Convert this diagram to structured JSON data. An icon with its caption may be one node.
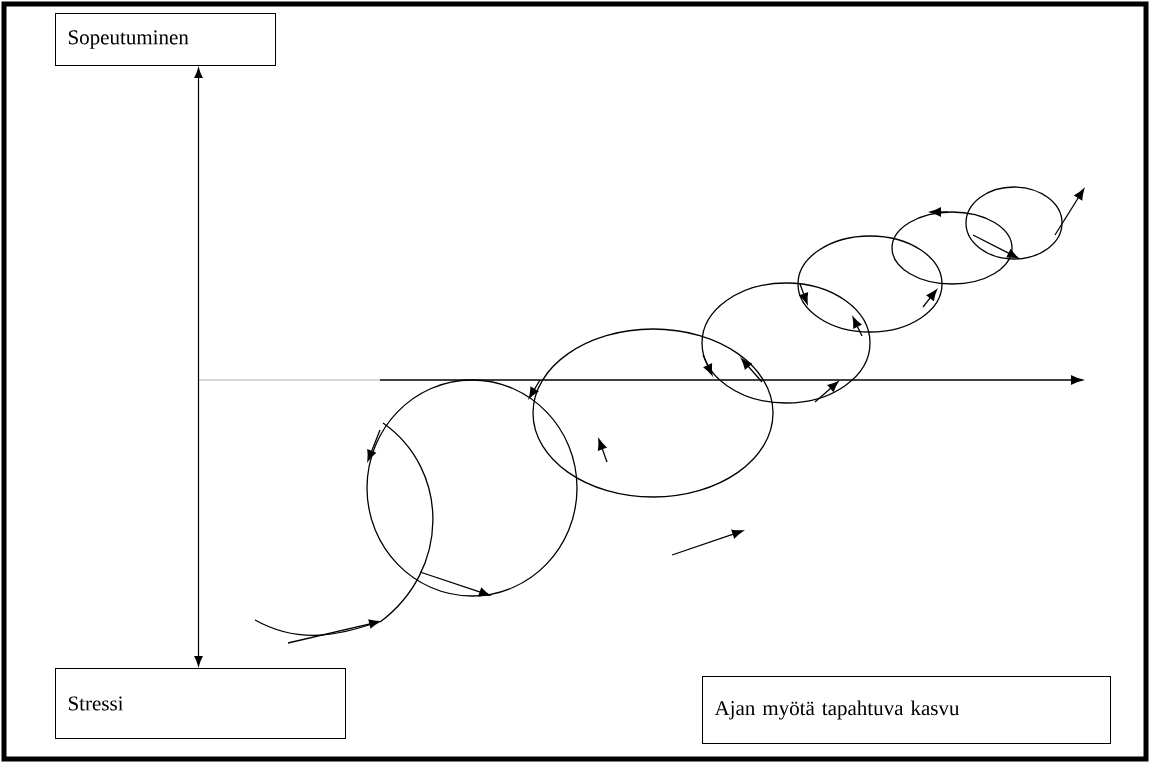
{
  "diagram": {
    "nodes": [
      {
        "text": [
          "Sopeutuminen"
        ]
      },
      {
        "text": [
          "Stressi"
        ]
      },
      {
        "text": [
          "Ajan myötä tapahtuva kasvu"
        ]
      }
    ],
    "edges": [
      {
        "from": 0,
        "to": 1,
        "arrow": "both"
      }
    ]
  }
}
